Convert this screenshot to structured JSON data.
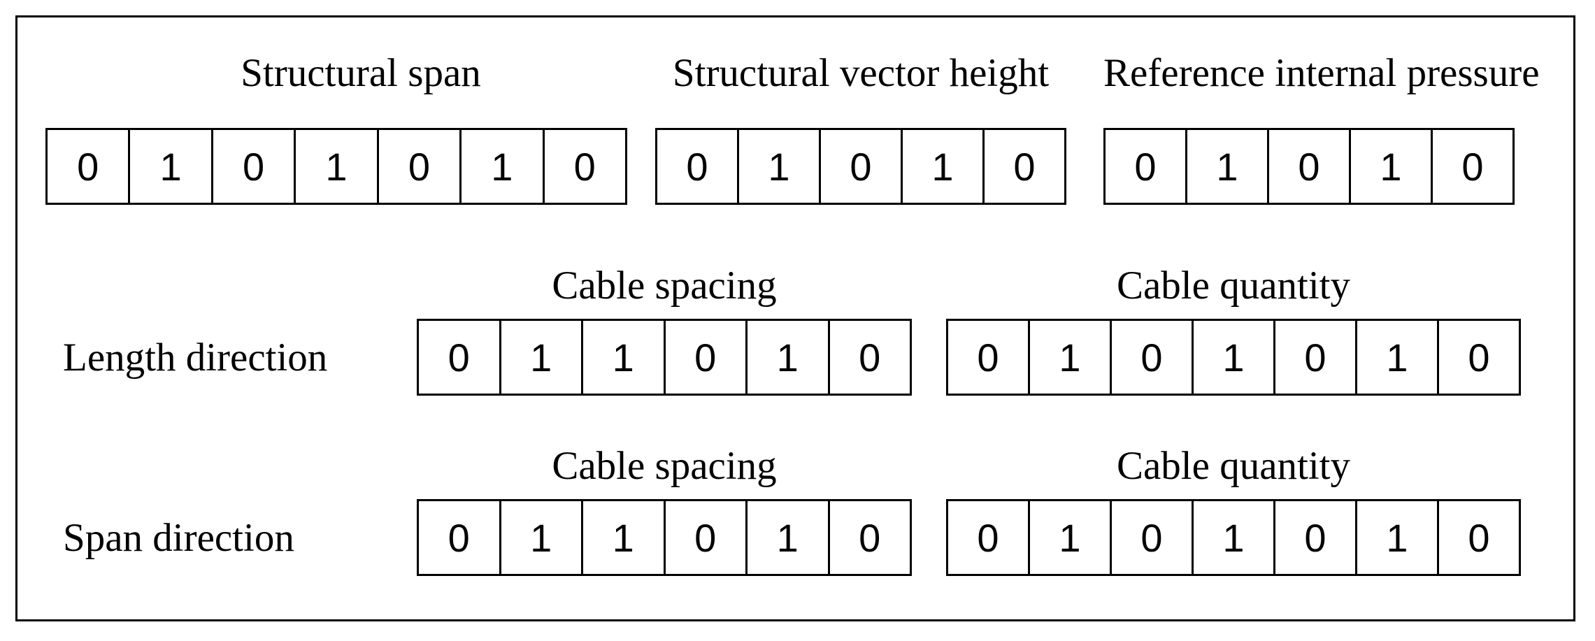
{
  "figure": {
    "top_groups": [
      {
        "title": "Structural span",
        "bits": [
          "0",
          "1",
          "0",
          "1",
          "0",
          "1",
          "0"
        ]
      },
      {
        "title": "Structural vector height",
        "bits": [
          "0",
          "1",
          "0",
          "1",
          "0"
        ]
      },
      {
        "title": "Reference internal pressure",
        "bits": [
          "0",
          "1",
          "0",
          "1",
          "0"
        ]
      }
    ],
    "rows": [
      {
        "label": "Length direction",
        "groups": [
          {
            "title": "Cable spacing",
            "bits": [
              "0",
              "1",
              "1",
              "0",
              "1",
              "0"
            ]
          },
          {
            "title": "Cable quantity",
            "bits": [
              "0",
              "1",
              "0",
              "1",
              "0",
              "1",
              "0"
            ]
          }
        ]
      },
      {
        "label": "Span direction",
        "groups": [
          {
            "title": "Cable spacing",
            "bits": [
              "0",
              "1",
              "1",
              "0",
              "1",
              "0"
            ]
          },
          {
            "title": "Cable quantity",
            "bits": [
              "0",
              "1",
              "0",
              "1",
              "0",
              "1",
              "0"
            ]
          }
        ]
      }
    ]
  }
}
